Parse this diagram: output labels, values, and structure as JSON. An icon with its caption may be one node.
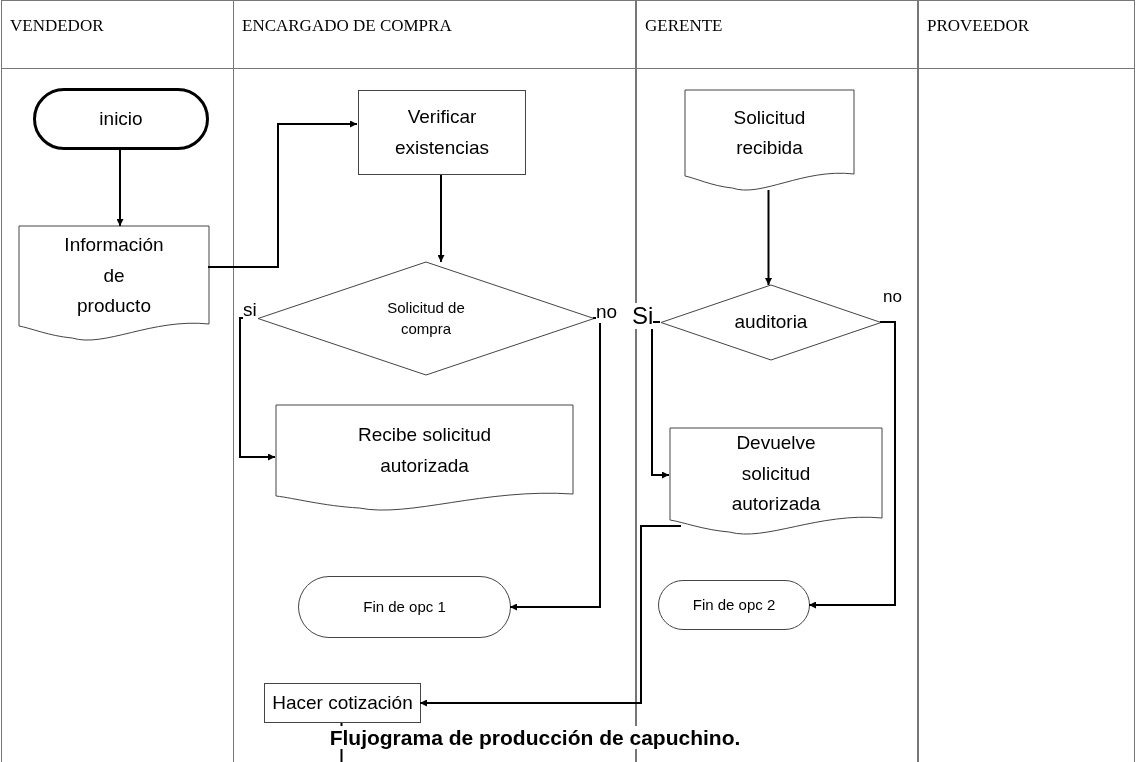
{
  "diagram": {
    "caption": "Flujograma de producción de capuchino.",
    "nodes": [
      {
        "text": [
          "VENDEDOR"
        ]
      },
      {
        "text": [
          "ENCARGADO DE COMPRA"
        ]
      },
      {
        "text": [
          "GERENTE"
        ]
      },
      {
        "text": [
          "PROVEEDOR"
        ]
      },
      {
        "text": [
          "inicio"
        ],
        "in": 0
      },
      {
        "text": [
          "Información de producto"
        ],
        "in": 0
      },
      {
        "text": [
          "Verificar existencias"
        ],
        "in": 1
      },
      {
        "text": [
          "Solicitud de compra"
        ],
        "in": 1
      },
      {
        "text": [
          "Recibe solicitud autorizada"
        ],
        "in": 1
      },
      {
        "text": [
          "Fin de opc 1"
        ],
        "in": 1
      },
      {
        "text": [
          "Hacer cotización"
        ],
        "in": 1
      },
      {
        "text": [
          "Solicitud recibida"
        ],
        "in": 2
      },
      {
        "text": [
          "auditoria"
        ],
        "in": 2
      },
      {
        "text": [
          "Devuelve solicitud autorizada"
        ],
        "in": 2
      },
      {
        "text": [
          "Fin de opc 2"
        ],
        "in": 2
      }
    ],
    "edges": [
      {
        "from": 4,
        "to": 5,
        "arrow": "to"
      },
      {
        "from": 5,
        "to": 6,
        "arrow": "to"
      },
      {
        "from": 6,
        "to": 7,
        "arrow": "to"
      },
      {
        "from": 7,
        "to": 8,
        "arrow": "to",
        "label": "si"
      },
      {
        "from": 7,
        "to": 9,
        "arrow": "to",
        "label": "no"
      },
      {
        "from": 11,
        "to": 12,
        "arrow": "to"
      },
      {
        "from": 12,
        "to": 13,
        "arrow": "to",
        "label": "Si"
      },
      {
        "from": 12,
        "to": 14,
        "arrow": "to",
        "label": "no"
      },
      {
        "from": 13,
        "to": 10,
        "arrow": "to"
      },
      {
        "from": 10,
        "to": null,
        "arrow": "none"
      }
    ]
  }
}
